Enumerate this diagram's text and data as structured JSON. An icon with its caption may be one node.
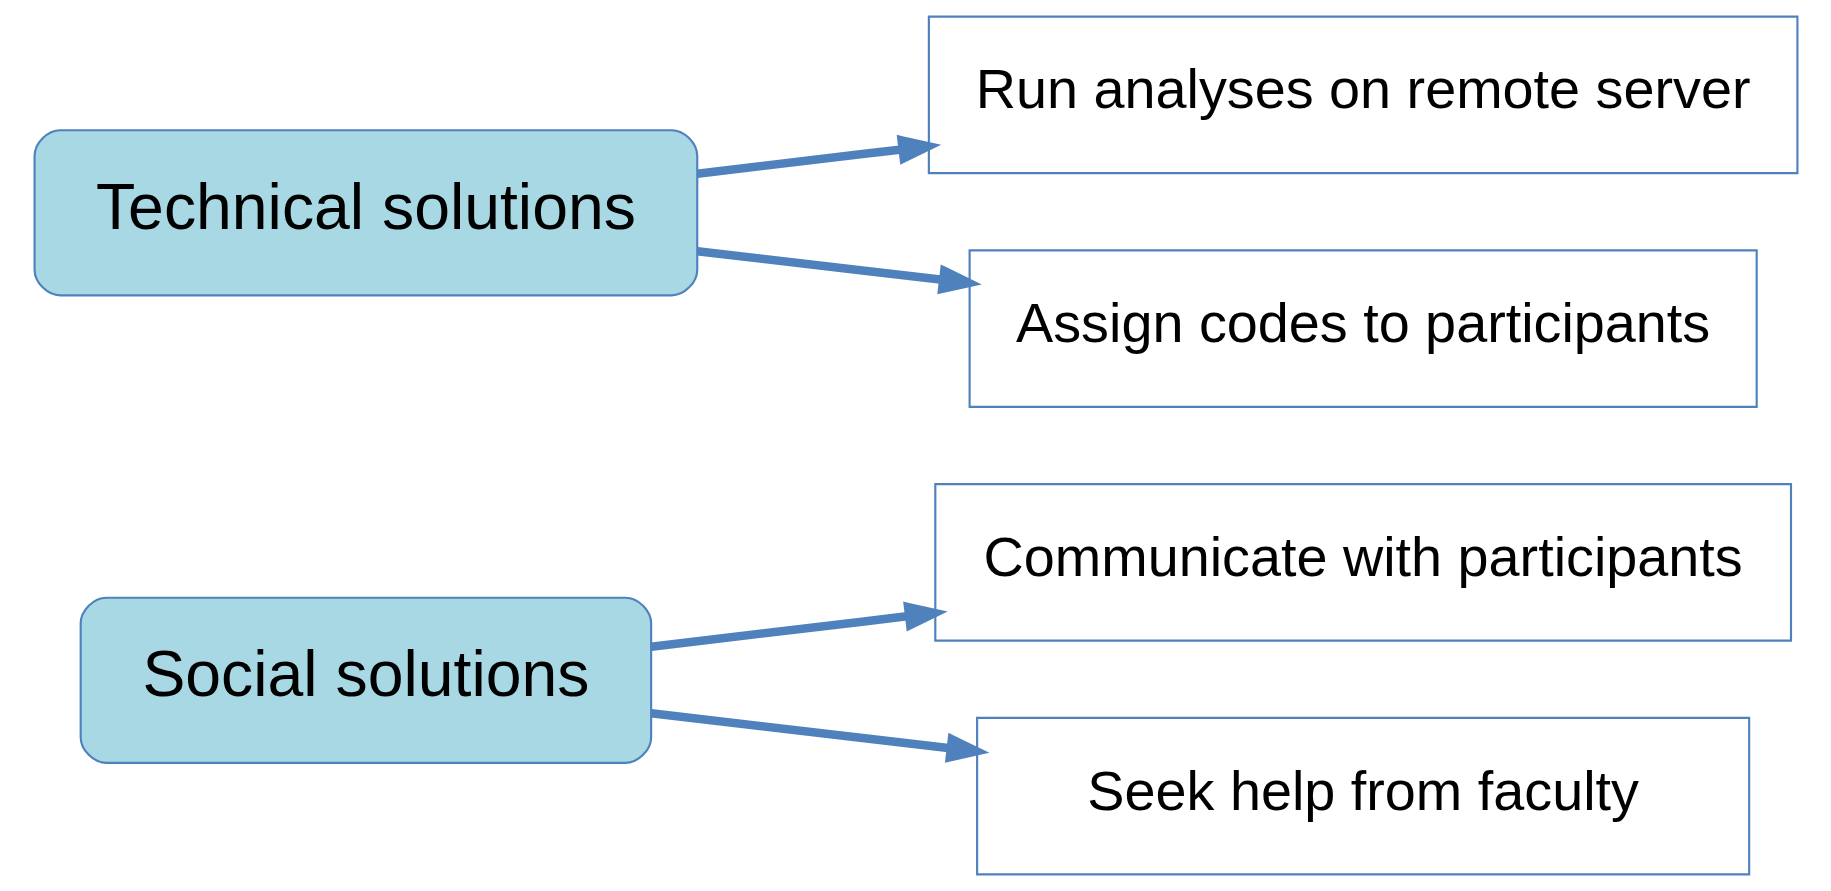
{
  "diagram": {
    "nodes": [
      {
        "text": [
          "Social solutions"
        ]
      },
      {
        "text": [
          "Communicate with participants"
        ]
      },
      {
        "text": [
          "Seek help from faculty"
        ]
      },
      {
        "text": [
          "Technical solutions"
        ]
      },
      {
        "text": [
          "Run analyses on remote server"
        ]
      },
      {
        "text": [
          "Assign codes to participants"
        ]
      }
    ],
    "edges": [
      {
        "from": 0,
        "to": 1,
        "arrow": "to"
      },
      {
        "from": 0,
        "to": 2,
        "arrow": "to"
      },
      {
        "from": 3,
        "to": 4,
        "arrow": "to"
      },
      {
        "from": 3,
        "to": 5,
        "arrow": "to"
      }
    ]
  }
}
